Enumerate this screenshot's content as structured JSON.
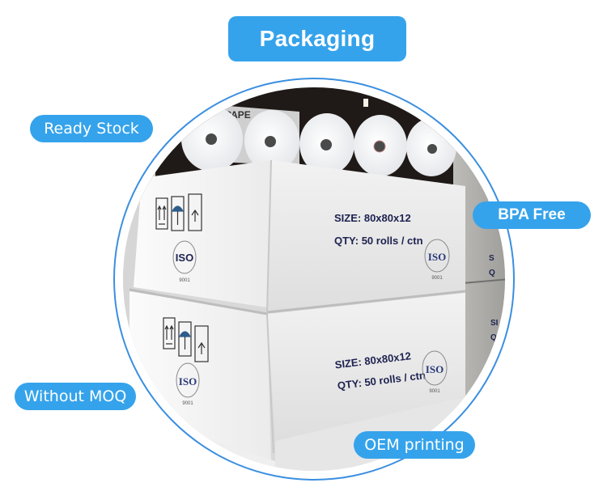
{
  "header": {
    "title": "Packaging"
  },
  "badges": {
    "ready_stock": "Ready Stock",
    "bpa_free": "BPA Free",
    "without_moq": "Without MOQ",
    "oem_printing": "OEM printing"
  },
  "photo": {
    "description": "Stacked white cartons of thermal paper rolls",
    "roll_count_visible": 5,
    "carton_label": {
      "size": "SIZE:  80x80x12",
      "qty": "QTY: 50 rolls / ctn",
      "cert": "ISO",
      "cert_number": "9001",
      "partial_brand": "PAPE"
    },
    "handling_icons": [
      "this-way-up-icon",
      "keep-dry-umbrella-icon",
      "keep-from-sunlight-icon"
    ]
  },
  "colors": {
    "accent": "#35a3eb",
    "ring": "#3a8fe0",
    "label_ink": "#1d2250"
  }
}
